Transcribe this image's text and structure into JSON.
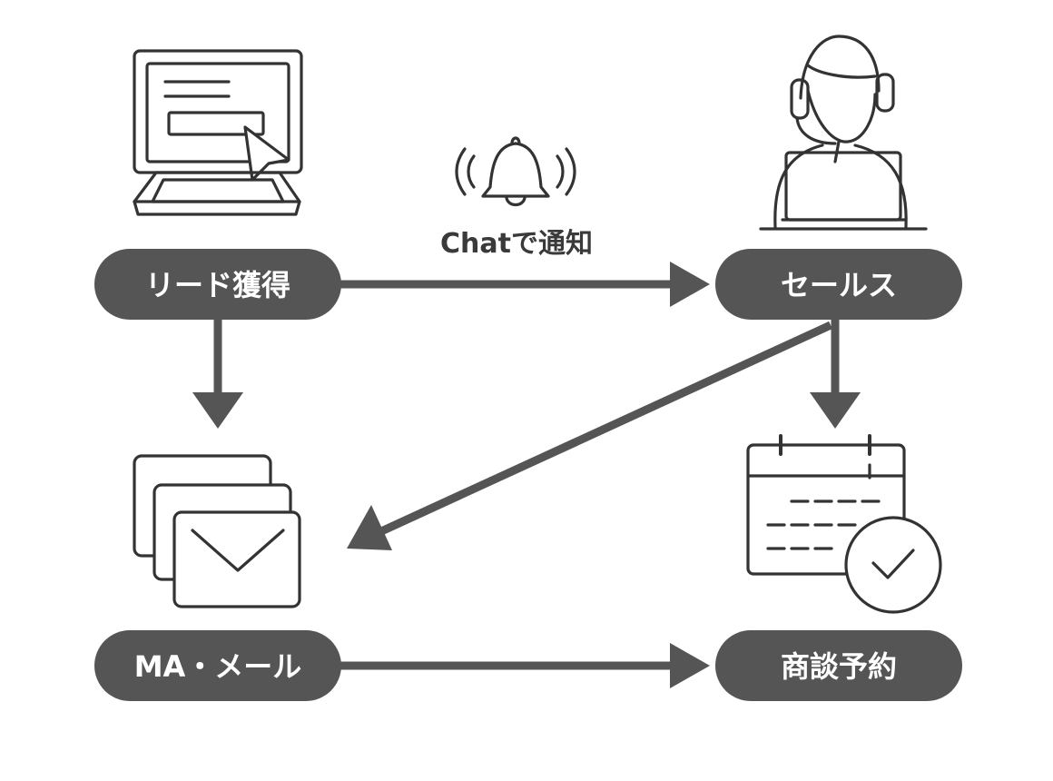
{
  "nodes": {
    "lead": {
      "label": "リード獲得",
      "icon": "computer-click-icon"
    },
    "sales": {
      "label": "セールス",
      "icon": "operator-headset-icon"
    },
    "ma_mail": {
      "label": "MA・メール",
      "icon": "mail-stack-icon"
    },
    "booking": {
      "label": "商談予約",
      "icon": "calendar-check-icon"
    }
  },
  "notification": {
    "label": "Chatで通知",
    "icon": "bell-ringing-icon"
  },
  "edges": [
    {
      "from": "リード獲得",
      "to": "セールス"
    },
    {
      "from": "リード獲得",
      "to": "MA・メール"
    },
    {
      "from": "セールス",
      "to": "MA・メール"
    },
    {
      "from": "セールス",
      "to": "商談予約"
    },
    {
      "from": "MA・メール",
      "to": "商談予約"
    }
  ],
  "colors": {
    "pill": "#555555",
    "arrow": "#555555",
    "icon_stroke": "#333333",
    "pill_text": "#ffffff"
  }
}
